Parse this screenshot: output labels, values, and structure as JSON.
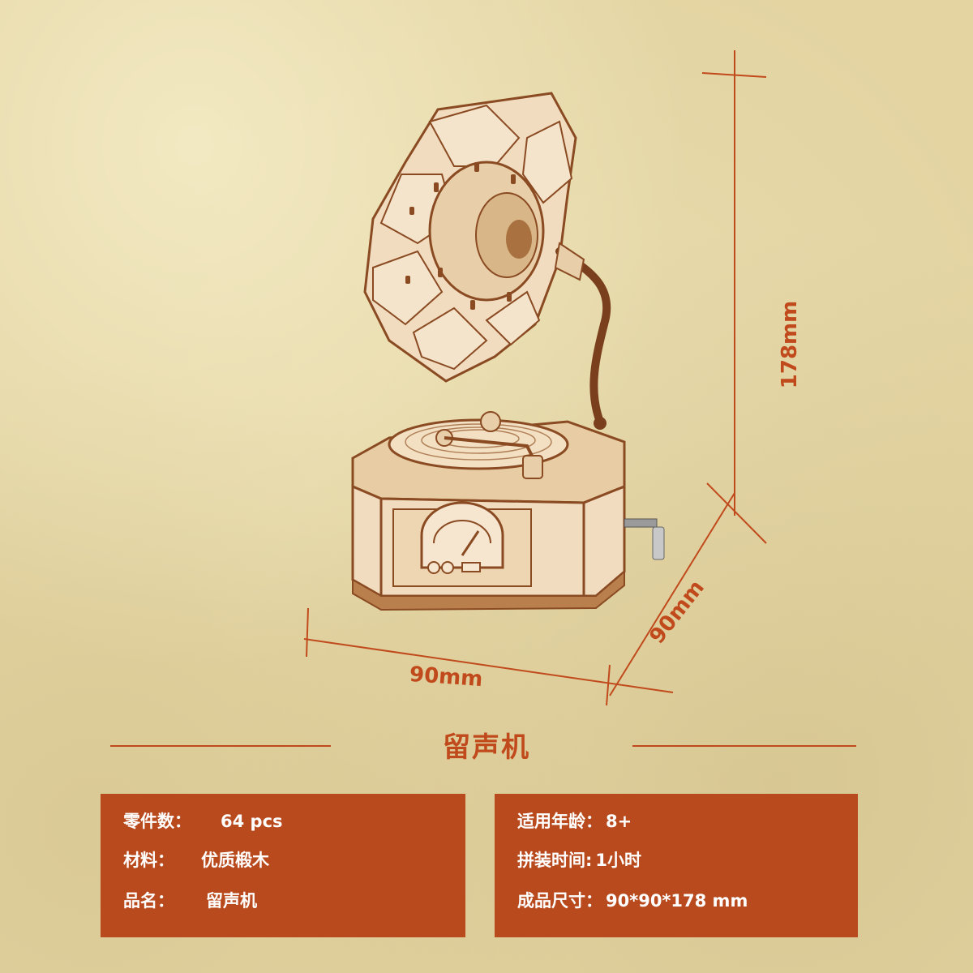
{
  "dimensions": {
    "width": "90mm",
    "height": "178mm",
    "depth": "90mm"
  },
  "product_name": "留声机",
  "specs_left": [
    {
      "label": "零件数：",
      "value": "64 pcs"
    },
    {
      "label": "材料：",
      "value": "优质椴木"
    },
    {
      "label": "品名：",
      "value": "留声机"
    }
  ],
  "specs_right": [
    {
      "label": "适用年龄：",
      "value": "8+"
    },
    {
      "label": "拼装时间:",
      "value": "1小时"
    },
    {
      "label": "成品尺寸：",
      "value": "90*90*178 mm"
    }
  ],
  "colors": {
    "accent": "#c14a1c",
    "panel": "#b94a1e",
    "wood_light": "#f1dcc0",
    "wood_dark": "#8a4a22",
    "background": "#e3d4a2"
  }
}
